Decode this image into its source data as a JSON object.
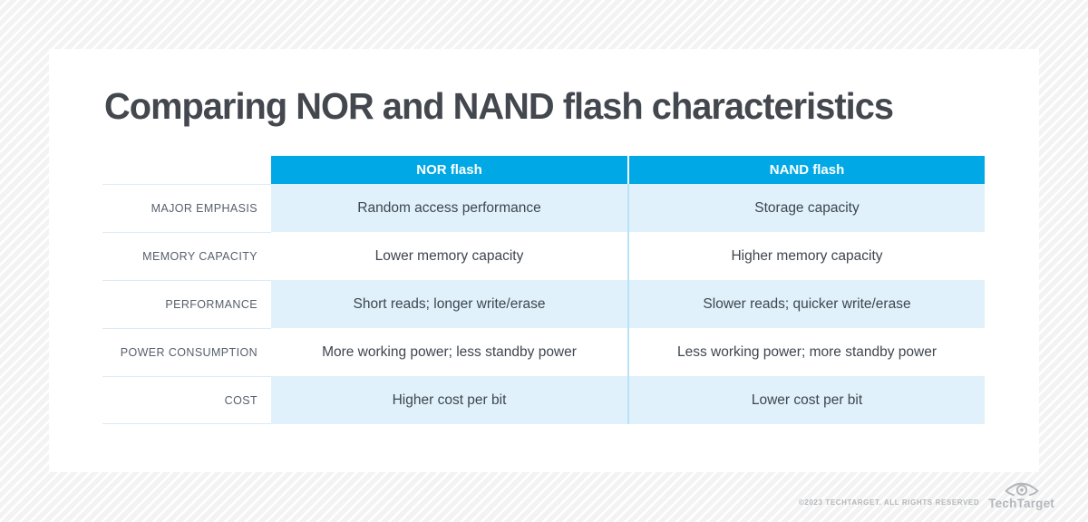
{
  "title": "Comparing NOR and NAND flash characteristics",
  "chart_data": {
    "type": "table",
    "title": "Comparing NOR and NAND flash characteristics",
    "columns": [
      "NOR flash",
      "NAND flash"
    ],
    "rows": [
      {
        "header": "MAJOR EMPHASIS",
        "nor": "Random access performance",
        "nand": "Storage capacity"
      },
      {
        "header": "MEMORY CAPACITY",
        "nor": "Lower memory capacity",
        "nand": "Higher memory capacity"
      },
      {
        "header": "PERFORMANCE",
        "nor": "Short reads; longer write/erase",
        "nand": "Slower reads; quicker write/erase"
      },
      {
        "header": "POWER CONSUMPTION",
        "nor": "More working power; less standby power",
        "nand": "Less working power; more standby power"
      },
      {
        "header": "COST",
        "nor": "Higher cost per bit",
        "nand": "Lower cost per bit"
      }
    ],
    "layout_hints": {
      "alternating_row_shading": [
        "shaded",
        "white",
        "shaded",
        "white",
        "shaded"
      ],
      "header_style": "cyan band with white bold text",
      "row_header_alignment": "right"
    }
  },
  "colors": {
    "accent_cyan": "#00a9e6",
    "row_shaded_bg": "#e0f1fb",
    "column_divider": "#b8e3f6",
    "label_divider": "#dfeaf3",
    "title_text": "#43474e",
    "body_text": "#3e464e",
    "footer_gray": "#b4b7ba",
    "background_stripe": "#f3f3f4"
  },
  "footer": {
    "copyright": "©2023 TECHTARGET. ALL RIGHTS RESERVED",
    "brand": "TechTarget"
  }
}
